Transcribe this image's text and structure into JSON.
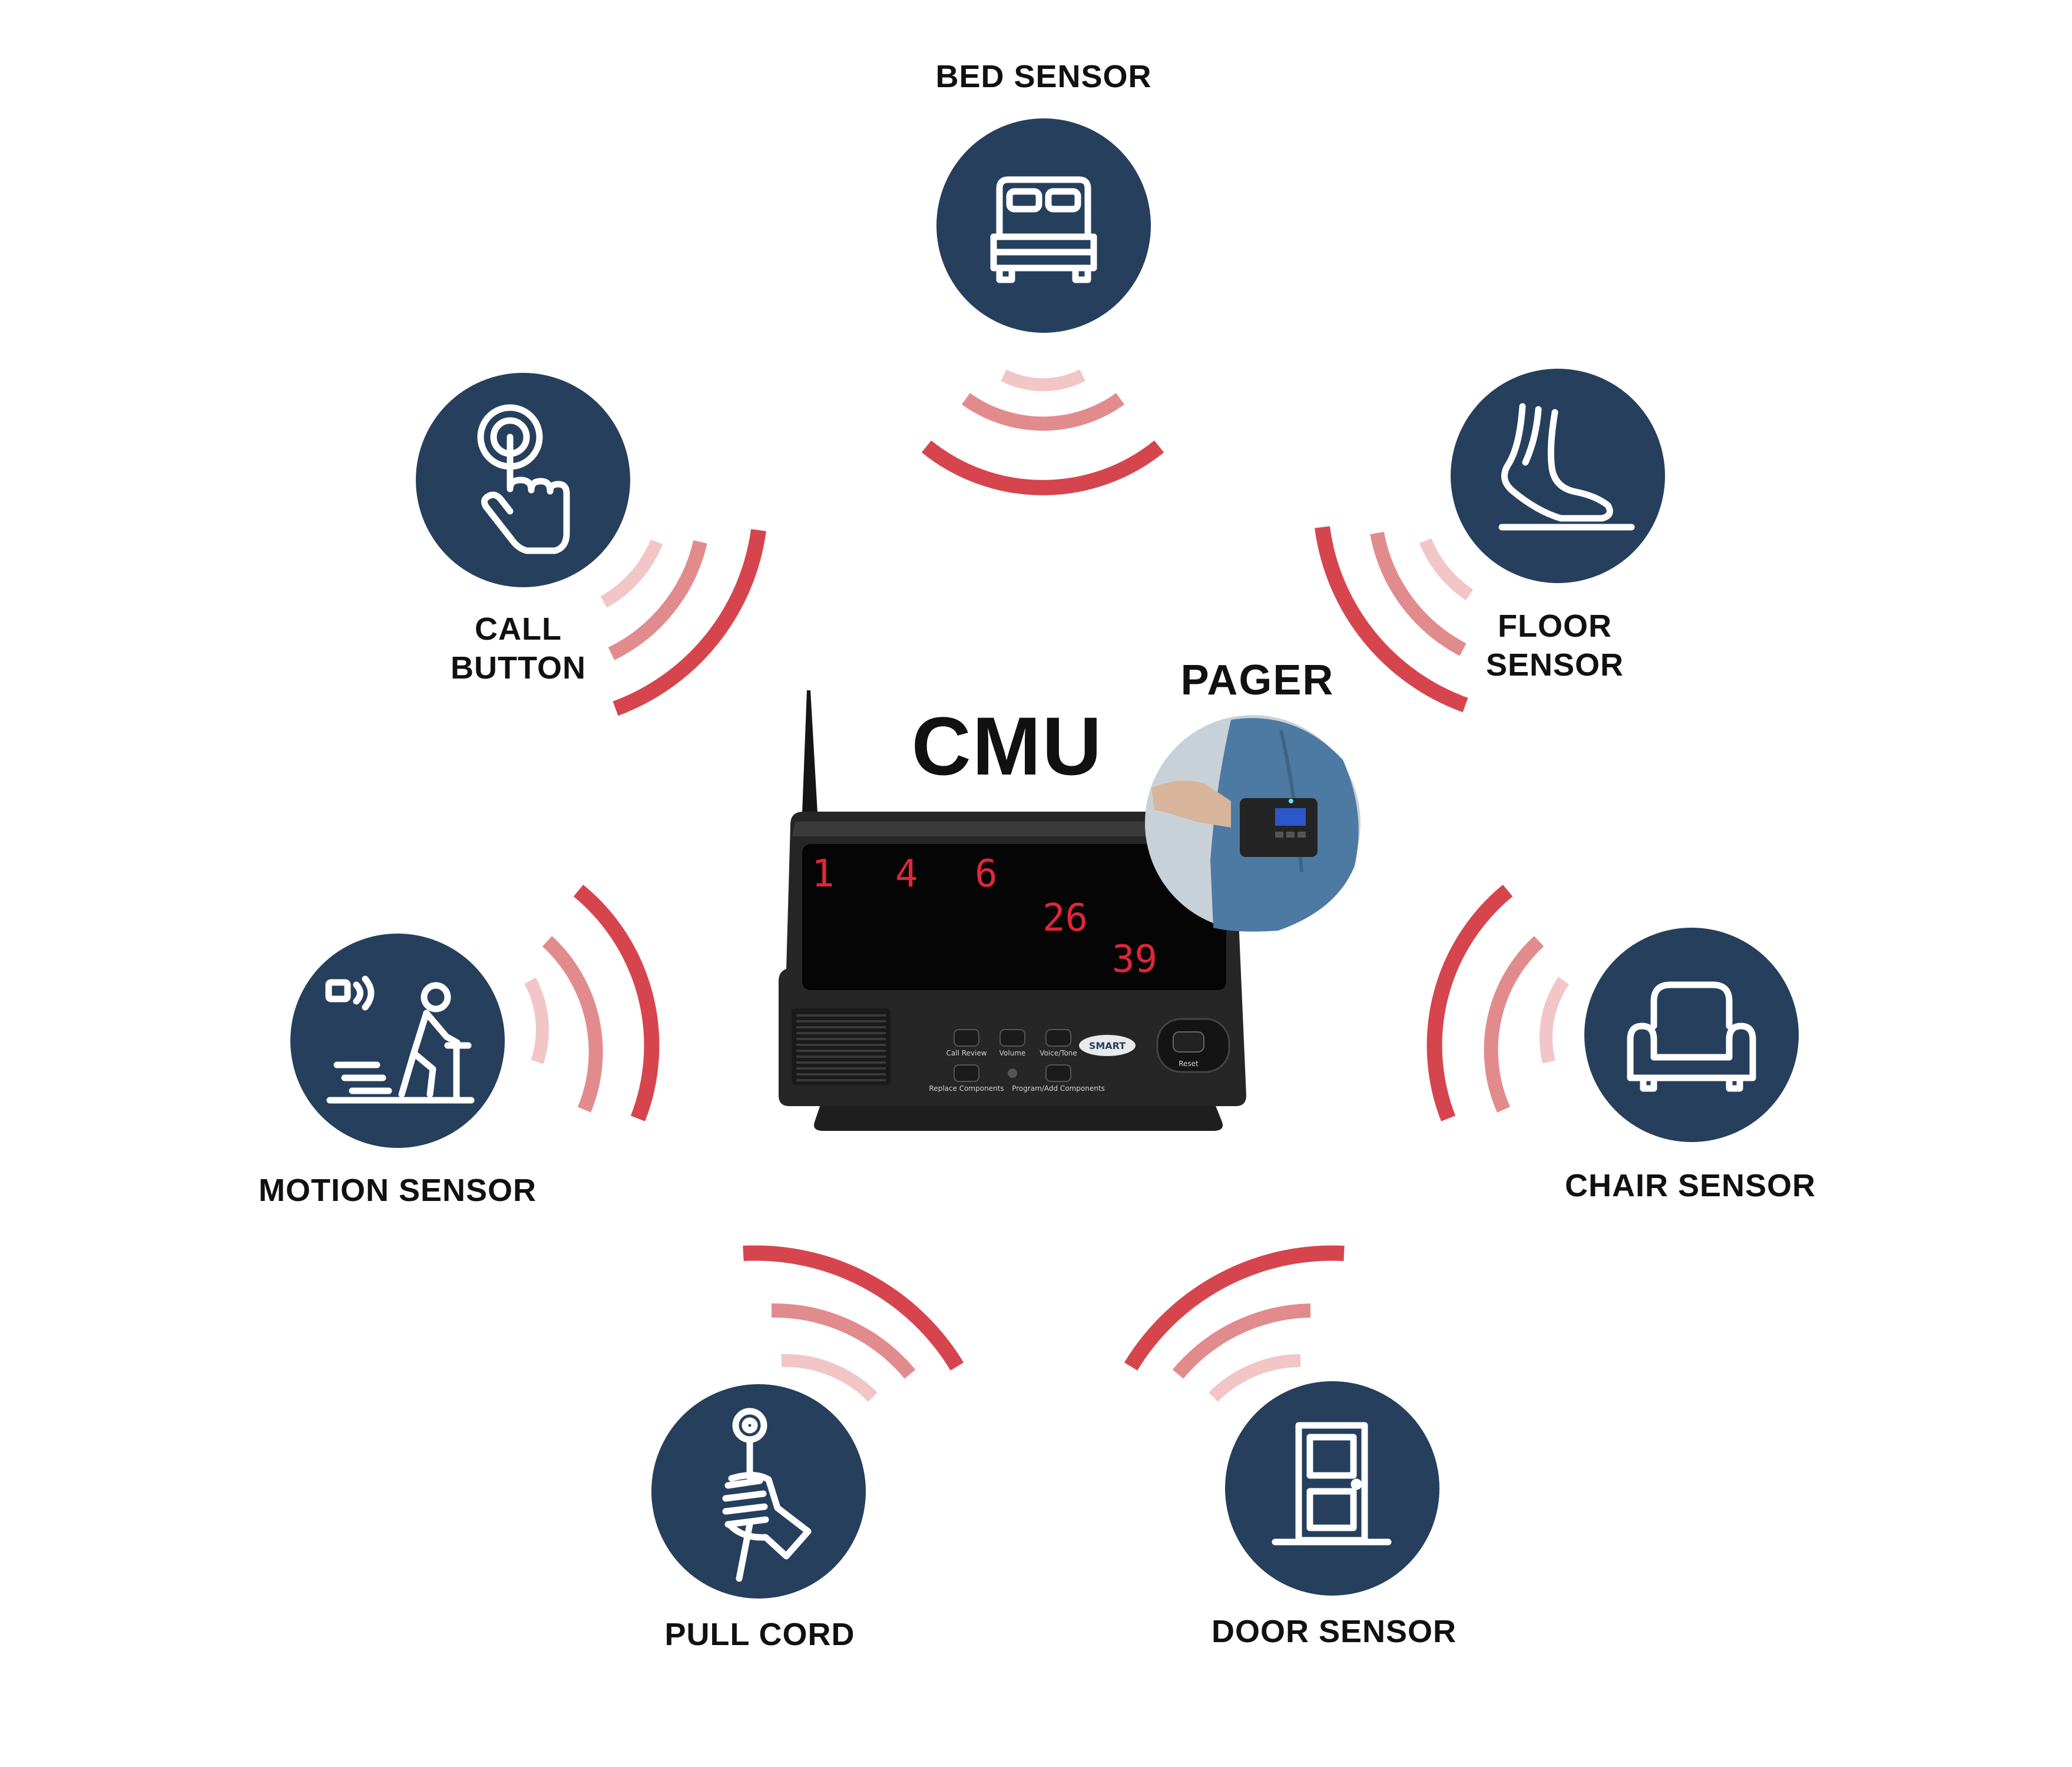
{
  "colors": {
    "circle": "#263f5d",
    "wave_strong": "#d6454d",
    "wave_medium": "#e28b8d",
    "wave_light": "#f2c6c6",
    "text": "#111111"
  },
  "hub": {
    "label": "CMU",
    "display_digits": [
      "1",
      "4",
      "6",
      "26",
      "39"
    ],
    "buttons": [
      "Call Review",
      "Volume",
      "Voice/Tone",
      "Replace Components",
      "Program/Add Components",
      "Reset"
    ],
    "brand": "SMART"
  },
  "pager": {
    "label": "PAGER"
  },
  "sensors": [
    {
      "label": "BED SENSOR",
      "icon": "bed-icon"
    },
    {
      "label_lines": [
        "CALL",
        "BUTTON"
      ],
      "icon": "pointing-hand-icon"
    },
    {
      "label_lines": [
        "FLOOR",
        "SENSOR"
      ],
      "icon": "foot-icon"
    },
    {
      "label": "MOTION SENSOR",
      "icon": "person-with-walker-icon"
    },
    {
      "label": "CHAIR SENSOR",
      "icon": "armchair-icon"
    },
    {
      "label": "PULL CORD",
      "icon": "hand-pulling-cord-icon"
    },
    {
      "label": "DOOR SENSOR",
      "icon": "door-icon"
    }
  ]
}
